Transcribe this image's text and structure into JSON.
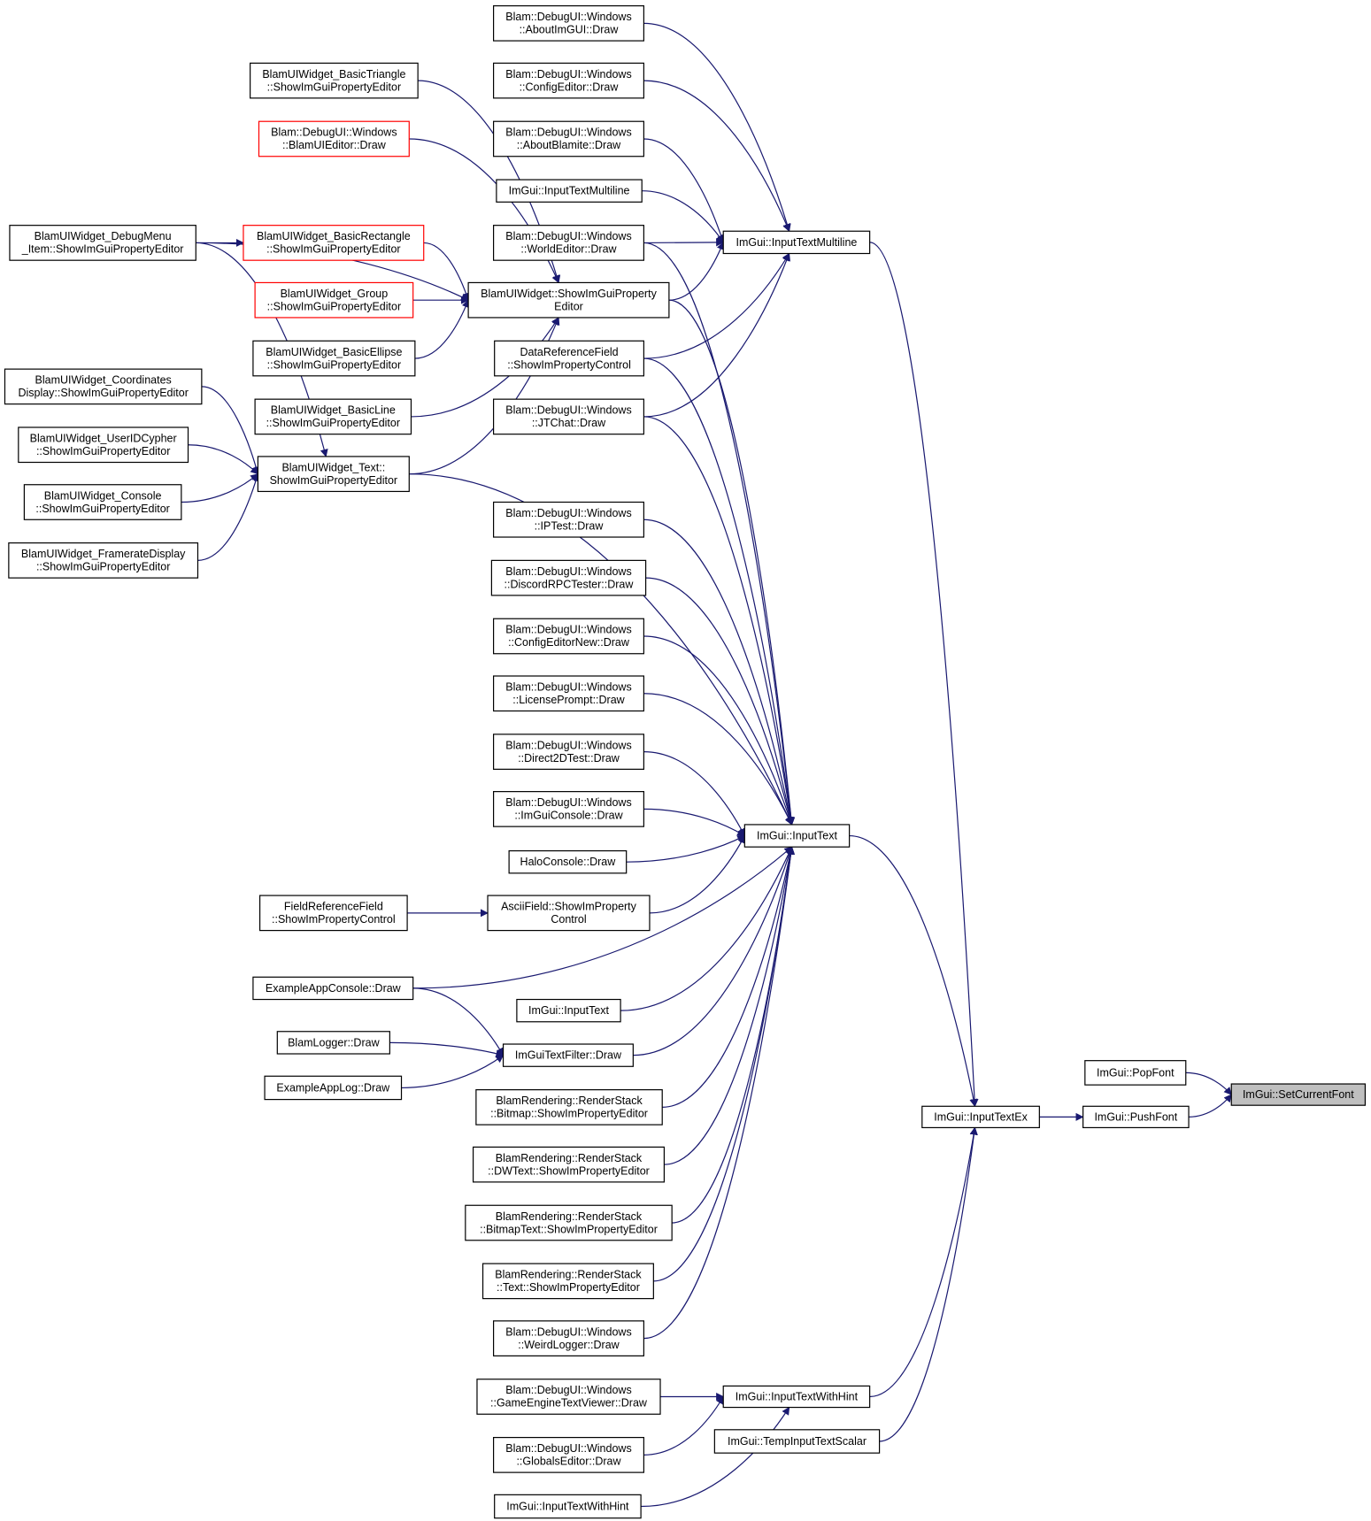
{
  "colors": {
    "edge": "#191970",
    "node_border": "#000000",
    "truncated_border": "#ff0000",
    "current_fill": "#bfbfbf",
    "background": "#ffffff"
  },
  "nodes": [
    {
      "id": "setcurrentfont",
      "lines": [
        "ImGui::SetCurrentFont"
      ],
      "style": "current"
    },
    {
      "id": "popfont",
      "lines": [
        "ImGui::PopFont"
      ]
    },
    {
      "id": "pushfont",
      "lines": [
        "ImGui::PushFont"
      ]
    },
    {
      "id": "inputtextex",
      "lines": [
        "ImGui::InputTextEx"
      ]
    },
    {
      "id": "inputtextmultiline",
      "lines": [
        "ImGui::InputTextMultiline"
      ]
    },
    {
      "id": "inputtext",
      "lines": [
        "ImGui::InputText"
      ]
    },
    {
      "id": "inputtextwithhint",
      "lines": [
        "ImGui::InputTextWithHint"
      ]
    },
    {
      "id": "tempinputtextscalar",
      "lines": [
        "ImGui::TempInputTextScalar"
      ]
    },
    {
      "id": "aboutimgui",
      "lines": [
        "Blam::DebugUI::Windows",
        "::AboutImGUI::Draw"
      ]
    },
    {
      "id": "configeditor",
      "lines": [
        "Blam::DebugUI::Windows",
        "::ConfigEditor::Draw"
      ]
    },
    {
      "id": "aboutblamite",
      "lines": [
        "Blam::DebugUI::Windows",
        "::AboutBlamite::Draw"
      ]
    },
    {
      "id": "inputtextmultiline2",
      "lines": [
        "ImGui::InputTextMultiline"
      ]
    },
    {
      "id": "worldeditor",
      "lines": [
        "Blam::DebugUI::Windows",
        "::WorldEditor::Draw"
      ]
    },
    {
      "id": "showimguiprop",
      "lines": [
        "BlamUIWidget::ShowImGuiProperty",
        "Editor"
      ]
    },
    {
      "id": "datareffield",
      "lines": [
        "DataReferenceField",
        "::ShowImPropertyControl"
      ]
    },
    {
      "id": "jtchat",
      "lines": [
        "Blam::DebugUI::Windows",
        "::JTChat::Draw"
      ]
    },
    {
      "id": "iptest",
      "lines": [
        "Blam::DebugUI::Windows",
        "::IPTest::Draw"
      ]
    },
    {
      "id": "discordrpc",
      "lines": [
        "Blam::DebugUI::Windows",
        "::DiscordRPCTester::Draw"
      ]
    },
    {
      "id": "configeditornew",
      "lines": [
        "Blam::DebugUI::Windows",
        "::ConfigEditorNew::Draw"
      ]
    },
    {
      "id": "licenseprompt",
      "lines": [
        "Blam::DebugUI::Windows",
        "::LicensePrompt::Draw"
      ]
    },
    {
      "id": "direct2dtest",
      "lines": [
        "Blam::DebugUI::Windows",
        "::Direct2DTest::Draw"
      ]
    },
    {
      "id": "imguiconsole",
      "lines": [
        "Blam::DebugUI::Windows",
        "::ImGuiConsole::Draw"
      ]
    },
    {
      "id": "haloconsole",
      "lines": [
        "HaloConsole::Draw"
      ]
    },
    {
      "id": "asciifield",
      "lines": [
        "AsciiField::ShowImProperty",
        "Control"
      ]
    },
    {
      "id": "inputtext2",
      "lines": [
        "ImGui::InputText"
      ]
    },
    {
      "id": "imguitextfilter",
      "lines": [
        "ImGuiTextFilter::Draw"
      ]
    },
    {
      "id": "rsbitmap",
      "lines": [
        "BlamRendering::RenderStack",
        "::Bitmap::ShowImPropertyEditor"
      ]
    },
    {
      "id": "rsdwtext",
      "lines": [
        "BlamRendering::RenderStack",
        "::DWText::ShowImPropertyEditor"
      ]
    },
    {
      "id": "rsbitmaptext",
      "lines": [
        "BlamRendering::RenderStack",
        "::BitmapText::ShowImPropertyEditor"
      ]
    },
    {
      "id": "rstext",
      "lines": [
        "BlamRendering::RenderStack",
        "::Text::ShowImPropertyEditor"
      ]
    },
    {
      "id": "weirdlogger",
      "lines": [
        "Blam::DebugUI::Windows",
        "::WeirdLogger::Draw"
      ]
    },
    {
      "id": "gameenginetext",
      "lines": [
        "Blam::DebugUI::Windows",
        "::GameEngineTextViewer::Draw"
      ]
    },
    {
      "id": "globalseditor",
      "lines": [
        "Blam::DebugUI::Windows",
        "::GlobalsEditor::Draw"
      ]
    },
    {
      "id": "inputtextwithhint2",
      "lines": [
        "ImGui::InputTextWithHint"
      ]
    },
    {
      "id": "basictriangle",
      "lines": [
        "BlamUIWidget_BasicTriangle",
        "::ShowImGuiPropertyEditor"
      ]
    },
    {
      "id": "blamuieditor",
      "lines": [
        "Blam::DebugUI::Windows",
        "::BlamUIEditor::Draw"
      ],
      "style": "red"
    },
    {
      "id": "basicrectangle",
      "lines": [
        "BlamUIWidget_BasicRectangle",
        "::ShowImGuiPropertyEditor"
      ],
      "style": "red"
    },
    {
      "id": "group",
      "lines": [
        "BlamUIWidget_Group",
        "::ShowImGuiPropertyEditor"
      ],
      "style": "red"
    },
    {
      "id": "basicellipse",
      "lines": [
        "BlamUIWidget_BasicEllipse",
        "::ShowImGuiPropertyEditor"
      ]
    },
    {
      "id": "basicline",
      "lines": [
        "BlamUIWidget_BasicLine",
        "::ShowImGuiPropertyEditor"
      ]
    },
    {
      "id": "widgettext",
      "lines": [
        "BlamUIWidget_Text::",
        "ShowImGuiPropertyEditor"
      ]
    },
    {
      "id": "fieldreffield",
      "lines": [
        "FieldReferenceField",
        "::ShowImPropertyControl"
      ]
    },
    {
      "id": "exampleappconsole",
      "lines": [
        "ExampleAppConsole::Draw"
      ]
    },
    {
      "id": "blamlogger",
      "lines": [
        "BlamLogger::Draw"
      ]
    },
    {
      "id": "exampleapplog",
      "lines": [
        "ExampleAppLog::Draw"
      ]
    },
    {
      "id": "debugmenuitem",
      "lines": [
        "BlamUIWidget_DebugMenu",
        "_Item::ShowImGuiPropertyEditor"
      ]
    },
    {
      "id": "coordsdisplay",
      "lines": [
        "BlamUIWidget_Coordinates",
        "Display::ShowImGuiPropertyEditor"
      ]
    },
    {
      "id": "useridcypher",
      "lines": [
        "BlamUIWidget_UserIDCypher",
        "::ShowImGuiPropertyEditor"
      ]
    },
    {
      "id": "widgetconsole",
      "lines": [
        "BlamUIWidget_Console",
        "::ShowImGuiPropertyEditor"
      ]
    },
    {
      "id": "framerate",
      "lines": [
        "BlamUIWidget_FramerateDisplay",
        "::ShowImGuiPropertyEditor"
      ]
    }
  ],
  "edges": [
    {
      "from": "popfont",
      "to": "setcurrentfont"
    },
    {
      "from": "pushfont",
      "to": "setcurrentfont"
    },
    {
      "from": "inputtextex",
      "to": "pushfont"
    },
    {
      "from": "inputtextmultiline",
      "to": "inputtextex"
    },
    {
      "from": "inputtext",
      "to": "inputtextex"
    },
    {
      "from": "inputtextwithhint",
      "to": "inputtextex"
    },
    {
      "from": "tempinputtextscalar",
      "to": "inputtextex"
    },
    {
      "from": "aboutimgui",
      "to": "inputtextmultiline"
    },
    {
      "from": "configeditor",
      "to": "inputtextmultiline"
    },
    {
      "from": "aboutblamite",
      "to": "inputtextmultiline"
    },
    {
      "from": "inputtextmultiline2",
      "to": "inputtextmultiline"
    },
    {
      "from": "worldeditor",
      "to": "inputtextmultiline"
    },
    {
      "from": "showimguiprop",
      "to": "inputtextmultiline"
    },
    {
      "from": "datareffield",
      "to": "inputtextmultiline"
    },
    {
      "from": "jtchat",
      "to": "inputtextmultiline"
    },
    {
      "from": "worldeditor",
      "to": "inputtext"
    },
    {
      "from": "showimguiprop",
      "to": "inputtext"
    },
    {
      "from": "datareffield",
      "to": "inputtext"
    },
    {
      "from": "jtchat",
      "to": "inputtext"
    },
    {
      "from": "widgettext",
      "to": "inputtext"
    },
    {
      "from": "iptest",
      "to": "inputtext"
    },
    {
      "from": "discordrpc",
      "to": "inputtext"
    },
    {
      "from": "configeditornew",
      "to": "inputtext"
    },
    {
      "from": "licenseprompt",
      "to": "inputtext"
    },
    {
      "from": "direct2dtest",
      "to": "inputtext"
    },
    {
      "from": "imguiconsole",
      "to": "inputtext"
    },
    {
      "from": "haloconsole",
      "to": "inputtext"
    },
    {
      "from": "asciifield",
      "to": "inputtext"
    },
    {
      "from": "exampleappconsole",
      "to": "inputtext"
    },
    {
      "from": "inputtext2",
      "to": "inputtext"
    },
    {
      "from": "imguitextfilter",
      "to": "inputtext"
    },
    {
      "from": "rsbitmap",
      "to": "inputtext"
    },
    {
      "from": "rsdwtext",
      "to": "inputtext"
    },
    {
      "from": "rsbitmaptext",
      "to": "inputtext"
    },
    {
      "from": "rstext",
      "to": "inputtext"
    },
    {
      "from": "weirdlogger",
      "to": "inputtext"
    },
    {
      "from": "gameenginetext",
      "to": "inputtextwithhint"
    },
    {
      "from": "globalseditor",
      "to": "inputtextwithhint"
    },
    {
      "from": "inputtextwithhint2",
      "to": "inputtextwithhint"
    },
    {
      "from": "basictriangle",
      "to": "showimguiprop"
    },
    {
      "from": "blamuieditor",
      "to": "showimguiprop"
    },
    {
      "from": "debugmenuitem",
      "to": "showimguiprop"
    },
    {
      "from": "basicrectangle",
      "to": "showimguiprop"
    },
    {
      "from": "group",
      "to": "showimguiprop"
    },
    {
      "from": "basicellipse",
      "to": "showimguiprop"
    },
    {
      "from": "basicline",
      "to": "showimguiprop"
    },
    {
      "from": "widgettext",
      "to": "showimguiprop"
    },
    {
      "from": "fieldreffield",
      "to": "asciifield"
    },
    {
      "from": "exampleappconsole",
      "to": "imguitextfilter"
    },
    {
      "from": "blamlogger",
      "to": "imguitextfilter"
    },
    {
      "from": "exampleapplog",
      "to": "imguitextfilter"
    },
    {
      "from": "debugmenuitem",
      "to": "basicrectangle"
    },
    {
      "from": "debugmenuitem",
      "to": "widgettext"
    },
    {
      "from": "coordsdisplay",
      "to": "widgettext"
    },
    {
      "from": "useridcypher",
      "to": "widgettext"
    },
    {
      "from": "widgetconsole",
      "to": "widgettext"
    },
    {
      "from": "framerate",
      "to": "widgettext"
    }
  ]
}
